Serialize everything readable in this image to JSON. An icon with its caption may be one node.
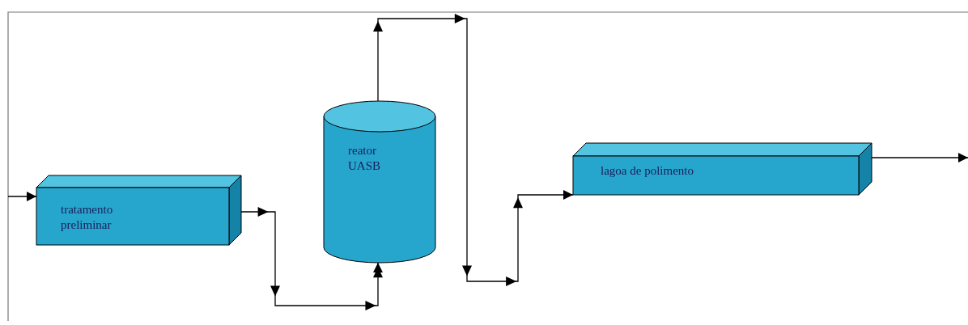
{
  "diagram": {
    "nodes": [
      {
        "text": [
          "tratamento preliminar"
        ]
      },
      {
        "text": [
          "reator UASB"
        ]
      },
      {
        "text": [
          "lagoa de polimento"
        ]
      }
    ],
    "edges": [
      {
        "from": null,
        "to": 0,
        "arrow": "to"
      },
      {
        "from": 0,
        "to": 1,
        "arrow": "to"
      },
      {
        "from": 1,
        "to": 2,
        "arrow": "to"
      },
      {
        "from": 2,
        "to": null,
        "arrow": "to"
      }
    ]
  }
}
